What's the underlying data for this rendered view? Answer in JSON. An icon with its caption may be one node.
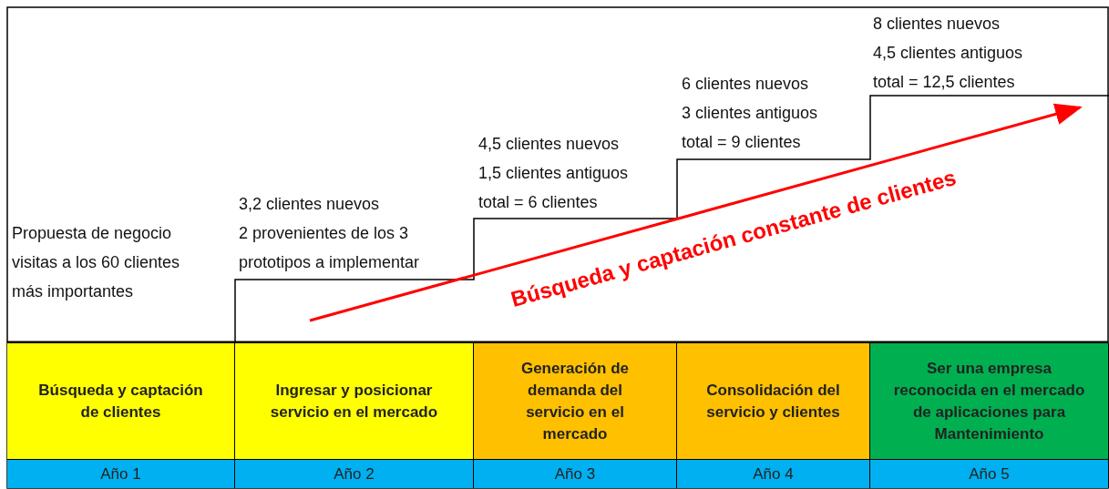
{
  "diagram": {
    "nodes": [
      {
        "text": [
          "Búsqueda y captación de clientes"
        ]
      },
      {
        "text": [
          "Ingresar y posicionar servicio en el mercado"
        ]
      },
      {
        "text": [
          "Generación de demanda del servicio en el mercado"
        ]
      },
      {
        "text": [
          "Consolidación del servicio y clientes"
        ]
      },
      {
        "text": [
          "Ser una empresa reconocida en el mercado de aplicaciones para Mantenimiento"
        ]
      },
      {
        "text": [
          "Año 1"
        ]
      },
      {
        "text": [
          "Año 2"
        ]
      },
      {
        "text": [
          "Año 3"
        ]
      },
      {
        "text": [
          "Año 4"
        ]
      },
      {
        "text": [
          "Año 5"
        ]
      }
    ],
    "edges": [],
    "labels": [
      "Propuesta de negocio",
      "visitas a los 60 clientes",
      "más importantes",
      "3,2 clientes nuevos",
      "2 provenientes de los 3",
      "prototipos a implementar",
      "4,5 clientes nuevos",
      "1,5 clientes antiguos",
      "total = 6 clientes",
      "6 clientes nuevos",
      "3 clientes antiguos",
      "total = 9 clientes",
      "8 clientes nuevos",
      "4,5 clientes antiguos",
      "total = 12,5 clientes",
      "Búsqueda y captación constante de clientes"
    ]
  }
}
